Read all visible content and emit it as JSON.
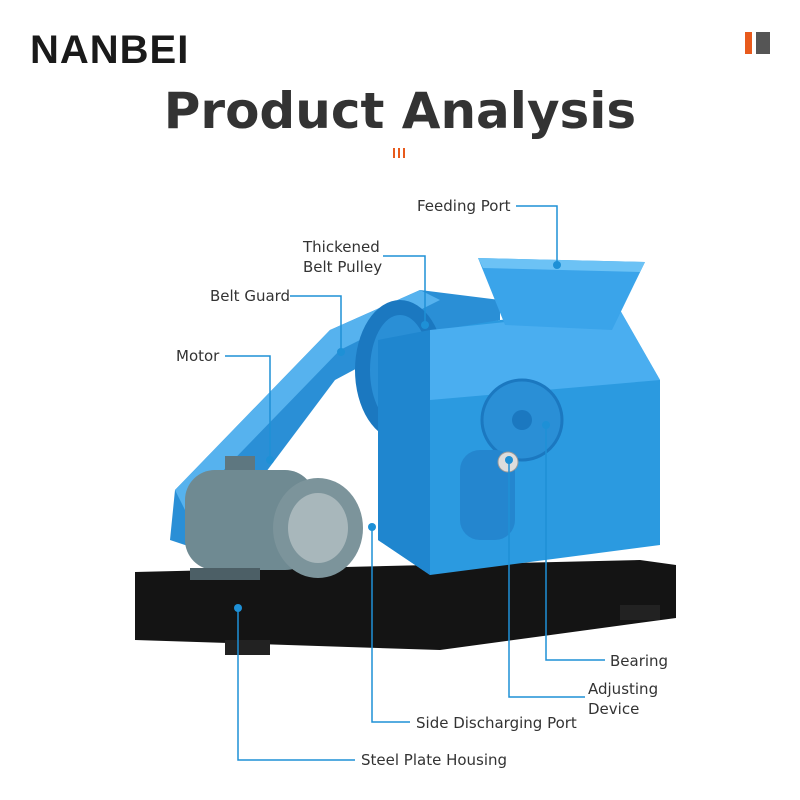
{
  "brand": {
    "name": "NANBEI",
    "accent": "#e85a1c",
    "secondary": "#555555"
  },
  "title": "Product Analysis",
  "leader_color": "#1e90d6",
  "machine_color": "#2b9ae0",
  "labels": {
    "feeding_port": "Feeding Port",
    "thickened_pulley_line1": "Thickened",
    "thickened_pulley_line2": "Belt Pulley",
    "belt_guard": "Belt Guard",
    "motor": "Motor",
    "bearing": "Bearing",
    "adjusting_line1": "Adjusting",
    "adjusting_line2": "Device",
    "side_discharging_port": "Side Discharging Port",
    "steel_plate_housing": "Steel Plate Housing"
  }
}
